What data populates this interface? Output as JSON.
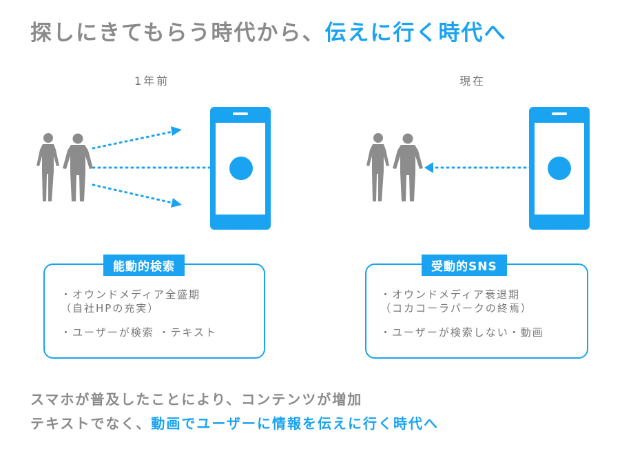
{
  "title": {
    "prefix": "探しにきてもらう時代から、",
    "highlight": "伝えに行く時代へ"
  },
  "left": {
    "label": "1年前",
    "box_title": "能動的検索",
    "lines": [
      "・オウンドメディア全盛期",
      "（自社HPの充実）",
      "・ユーザーが検索 ・テキスト"
    ]
  },
  "right": {
    "label": "現在",
    "box_title": "受動的SNS",
    "lines": [
      "・オウンドメディア衰退期",
      "（コカコーラパークの終焉）",
      "・ユーザーが検索しない・動画"
    ]
  },
  "bottom": {
    "line1": "スマホが普及したことにより、コンテンツが増加",
    "line2_prefix": "テキストでなく、",
    "line2_highlight": "動画でユーザーに情報を伝えに行く時代へ"
  },
  "colors": {
    "accent": "#1aa3f0",
    "text": "#8a8a8a",
    "people": "#8c8c8c"
  }
}
